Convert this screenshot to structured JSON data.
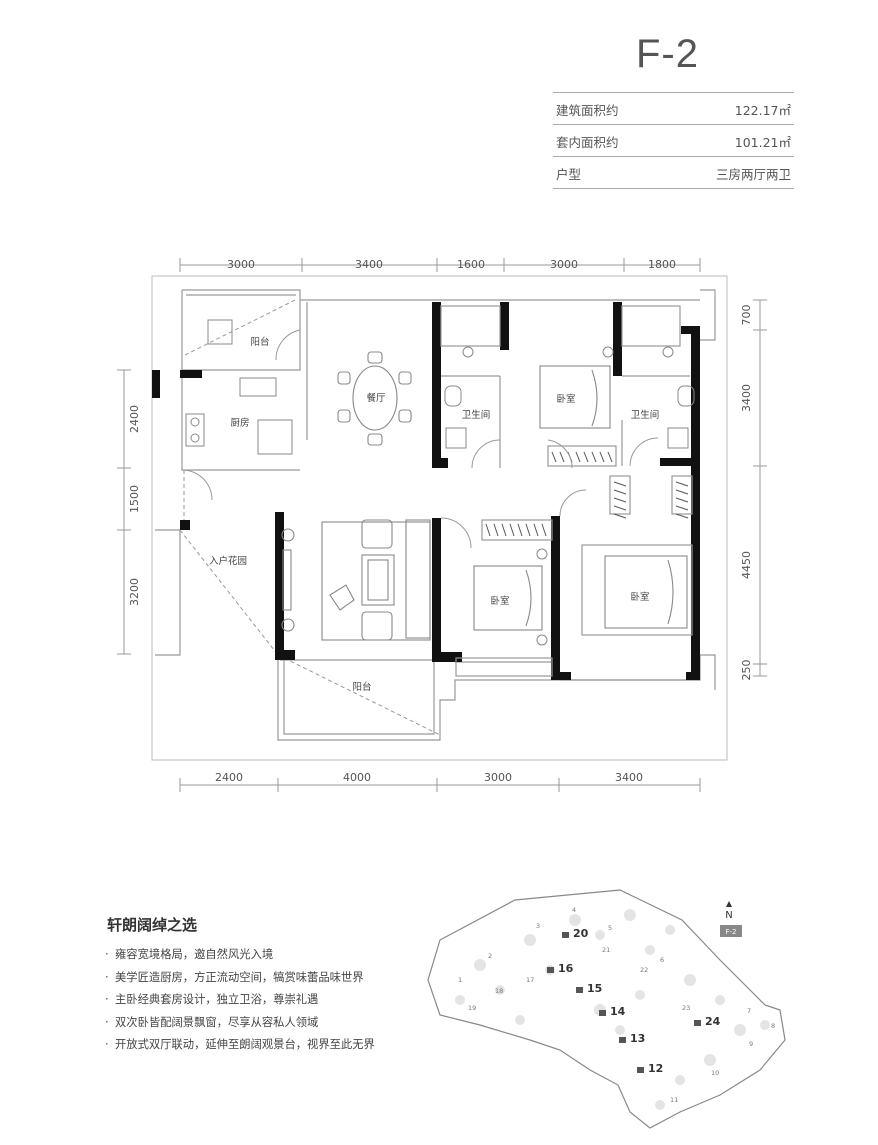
{
  "unit": {
    "code": "F-2"
  },
  "specs": [
    {
      "label": "建筑面积约",
      "value": "122.17㎡"
    },
    {
      "label": "套内面积约",
      "value": "101.21㎡"
    },
    {
      "label": "户型",
      "value": "三房两厅两卫"
    }
  ],
  "dimensions": {
    "top": [
      "3000",
      "3400",
      "1600",
      "3000",
      "1800"
    ],
    "bottom": [
      "2400",
      "4000",
      "3000",
      "3400"
    ],
    "left": [
      "2400",
      "1500",
      "3200"
    ],
    "right": [
      "700",
      "3400",
      "4450",
      "250"
    ]
  },
  "rooms": {
    "balcony_top": "阳台",
    "kitchen": "厨房",
    "dining": "餐厅",
    "bath1": "卫生间",
    "bedroom1": "卧室",
    "bath2": "卫生间",
    "entrance_garden": "入户花园",
    "bedroom2": "卧室",
    "bedroom3": "卧室",
    "balcony_bottom": "阳台"
  },
  "features": {
    "title": "轩朗阔绰之选",
    "items": [
      "雍容宽境格局，邀自然风光入境",
      "美学匠造厨房，方正流动空间，犒赏味蕾品味世界",
      "主卧经典套房设计，独立卫浴，尊崇礼遇",
      "双次卧皆配阔景飘窗，尽享从容私人领域",
      "开放式双厅联动，延伸至朗阔观景台，视界至此无界"
    ]
  },
  "site_plan": {
    "north_label": "N",
    "unit_tag": "F-2",
    "buildings_bold": [
      "20",
      "16",
      "15",
      "14",
      "13",
      "12",
      "24"
    ],
    "buildings_light": [
      "1",
      "2",
      "3",
      "4",
      "5",
      "6",
      "7",
      "8",
      "9",
      "10",
      "11",
      "17",
      "18",
      "19",
      "21",
      "22",
      "23"
    ]
  }
}
